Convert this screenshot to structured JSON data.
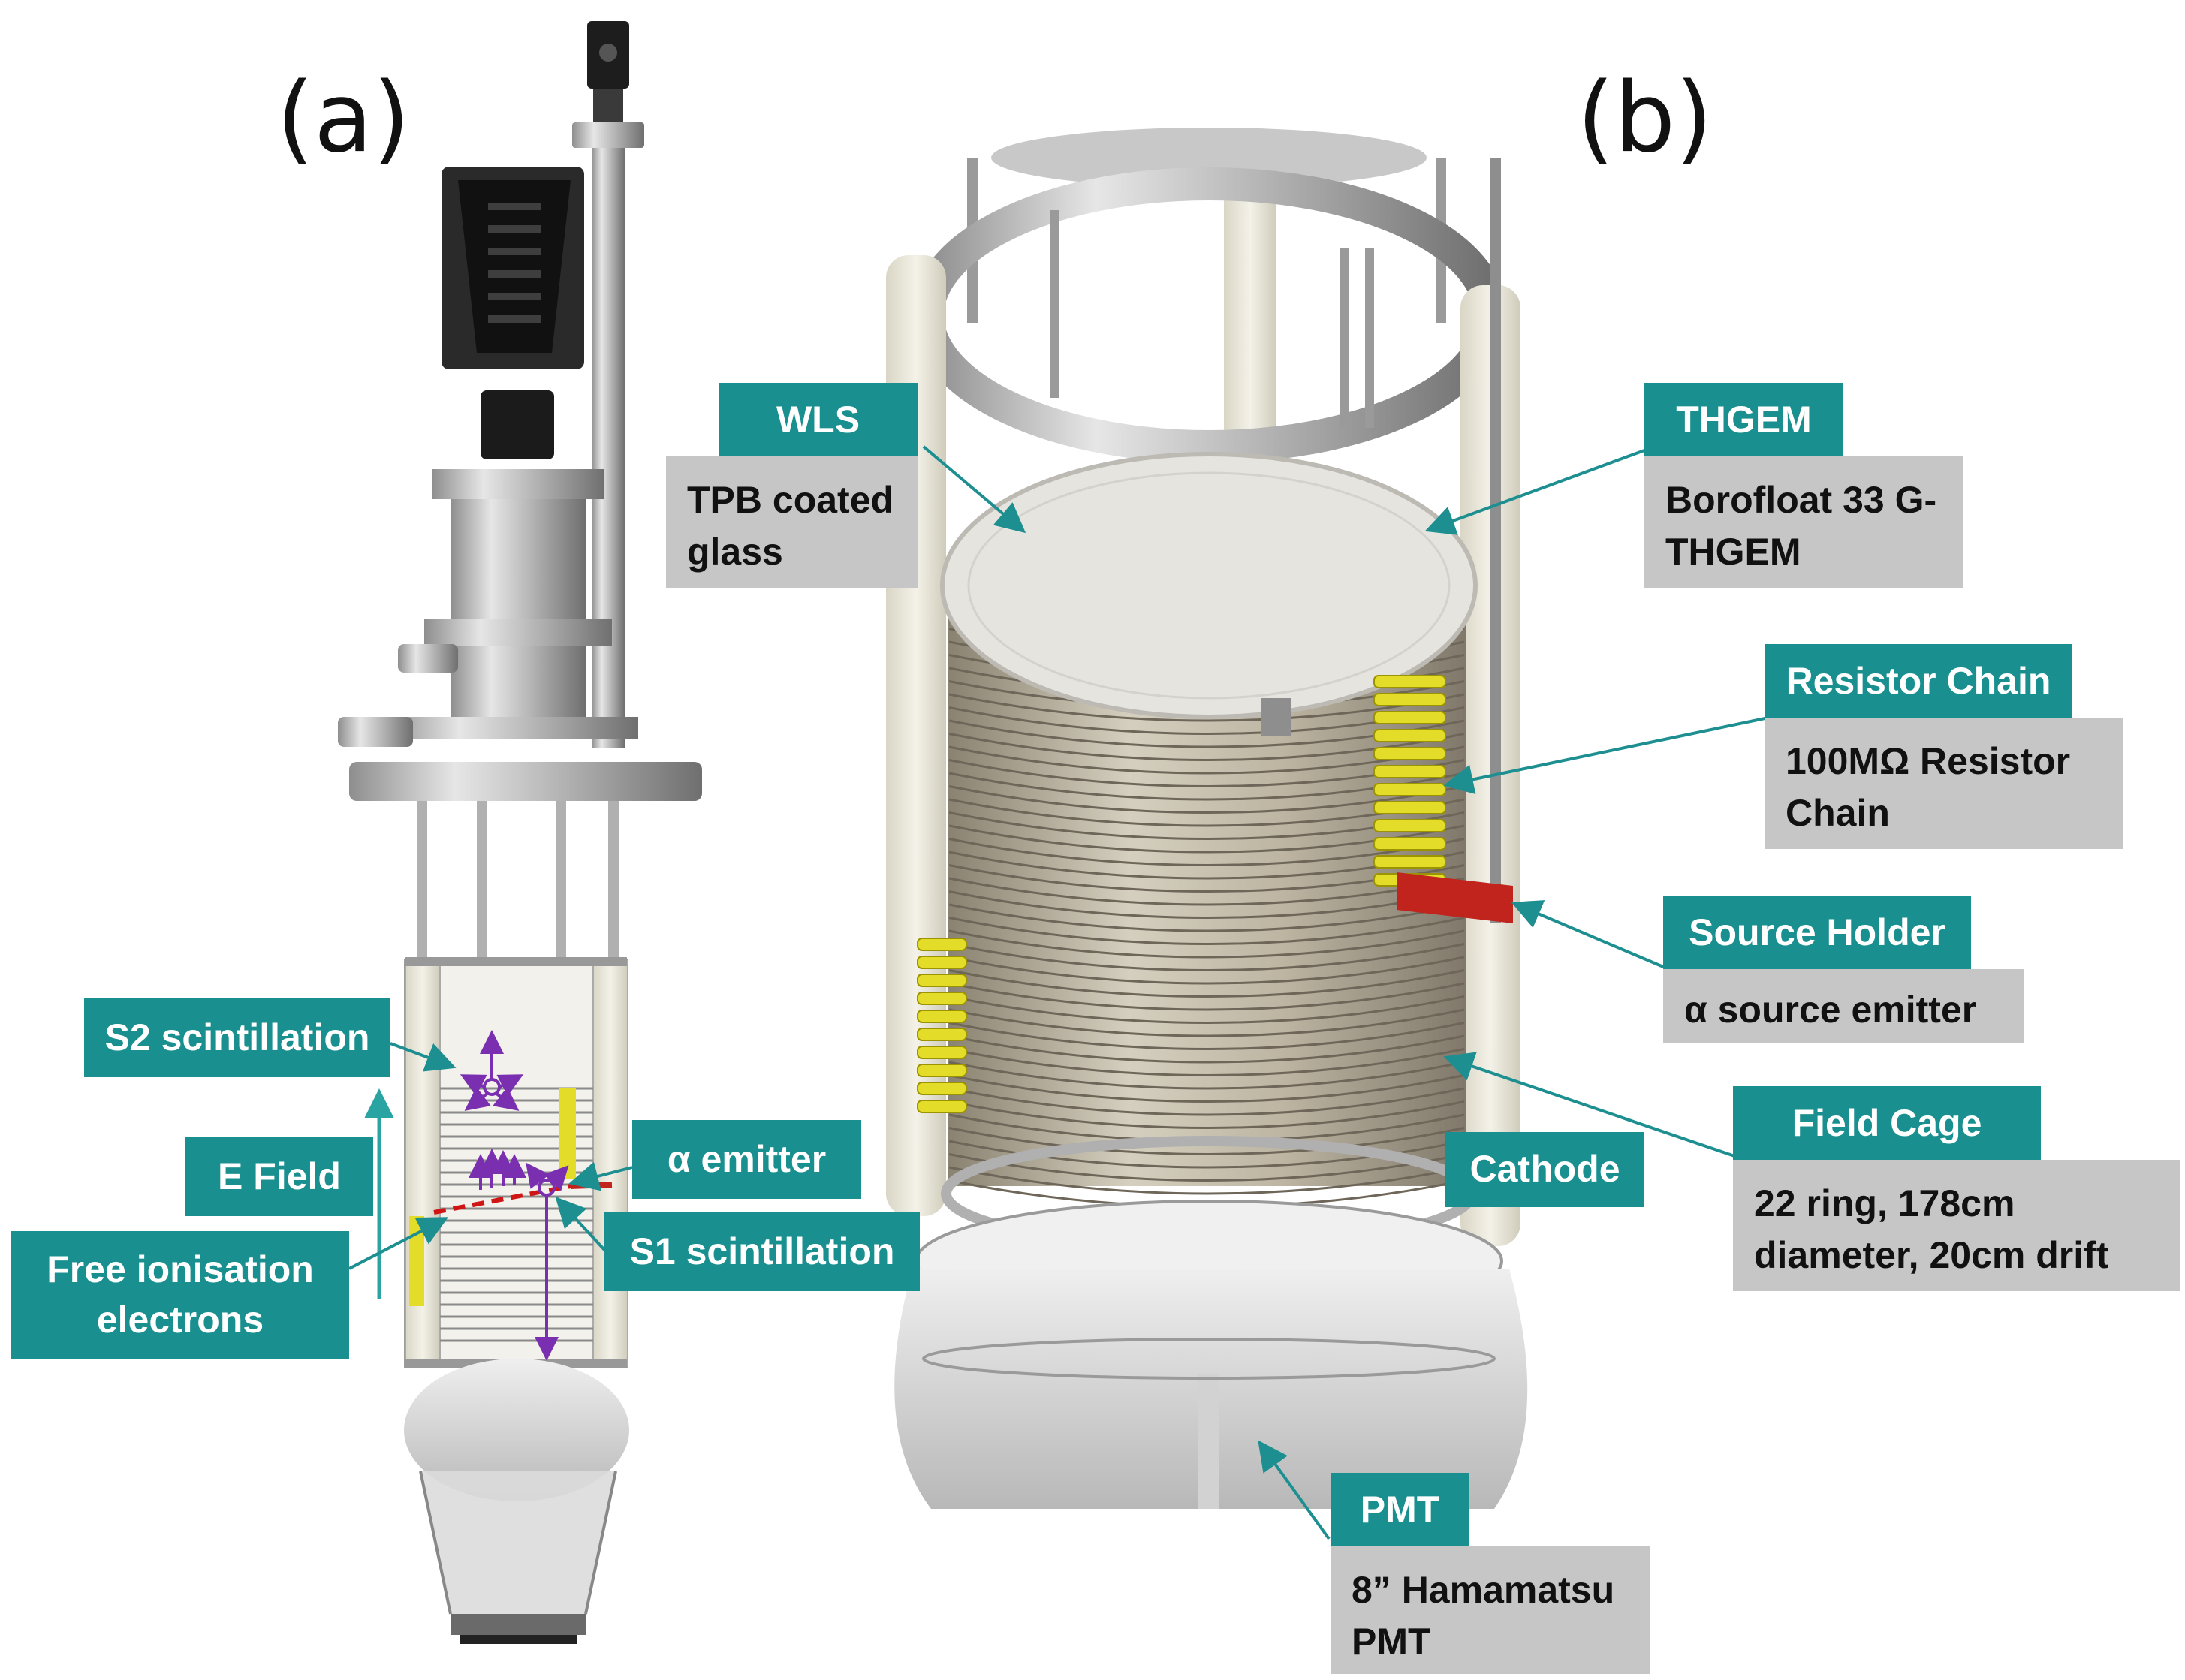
{
  "panels": {
    "a": "(a)",
    "b": "(b)"
  },
  "colors": {
    "label_teal": "#19908f",
    "desc_grey": "#c6c6c6",
    "arrow_teal": "#1e8f91",
    "field_arrow": "#2aa3a3",
    "photon_purple": "#7a2eb0",
    "resistor_yellow": "#e3dd2a",
    "source_red": "#c0241c"
  },
  "panel_a": {
    "labels": {
      "s2": "S2 scintillation",
      "efield": "E Field",
      "free_electrons": "Free ionisation\nelectrons",
      "alpha": "α emitter",
      "s1": "S1 scintillation"
    }
  },
  "panel_b": {
    "wls": {
      "title": "WLS",
      "desc": "TPB coated\nglass"
    },
    "thgem": {
      "title": "THGEM",
      "desc": "Borofloat 33 G-\nTHGEM"
    },
    "resistor": {
      "title": "Resistor Chain",
      "desc": "100MΩ Resistor\nChain"
    },
    "source": {
      "title": "Source Holder",
      "desc": "α source emitter"
    },
    "fieldcage": {
      "title": "Field Cage",
      "desc": "22 ring, 178cm\ndiameter, 20cm drift"
    },
    "cathode": {
      "title": "Cathode"
    },
    "pmt": {
      "title": "PMT",
      "desc": "8” Hamamatsu\nPMT"
    }
  }
}
